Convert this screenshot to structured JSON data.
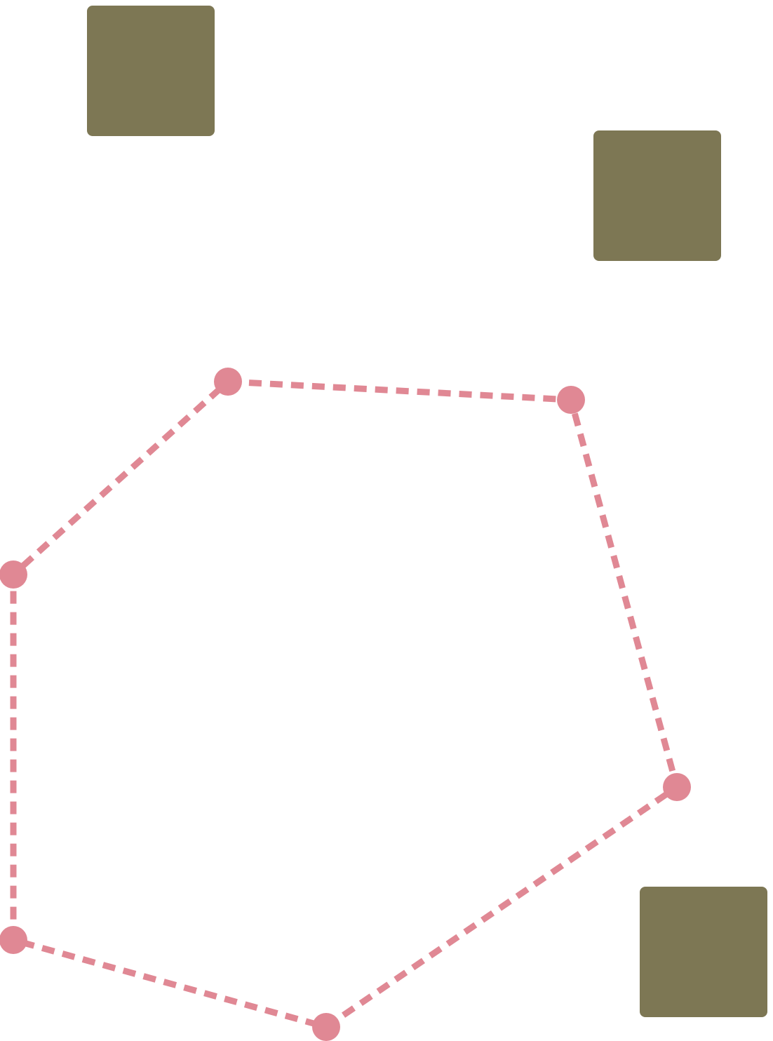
{
  "colors": {
    "background": "#ffffff",
    "square_fill": "#7d7754",
    "polygon_stroke": "#e08894",
    "vertex_fill": "#e08894"
  },
  "shapes": {
    "squares": [
      {
        "name": "square-top-left"
      },
      {
        "name": "square-right"
      },
      {
        "name": "square-bottom-right"
      }
    ],
    "polygon": {
      "vertices": [
        {
          "name": "vertex-top-left"
        },
        {
          "name": "vertex-top-right"
        },
        {
          "name": "vertex-right"
        },
        {
          "name": "vertex-bottom"
        },
        {
          "name": "vertex-bottom-left"
        },
        {
          "name": "vertex-left"
        }
      ]
    }
  }
}
